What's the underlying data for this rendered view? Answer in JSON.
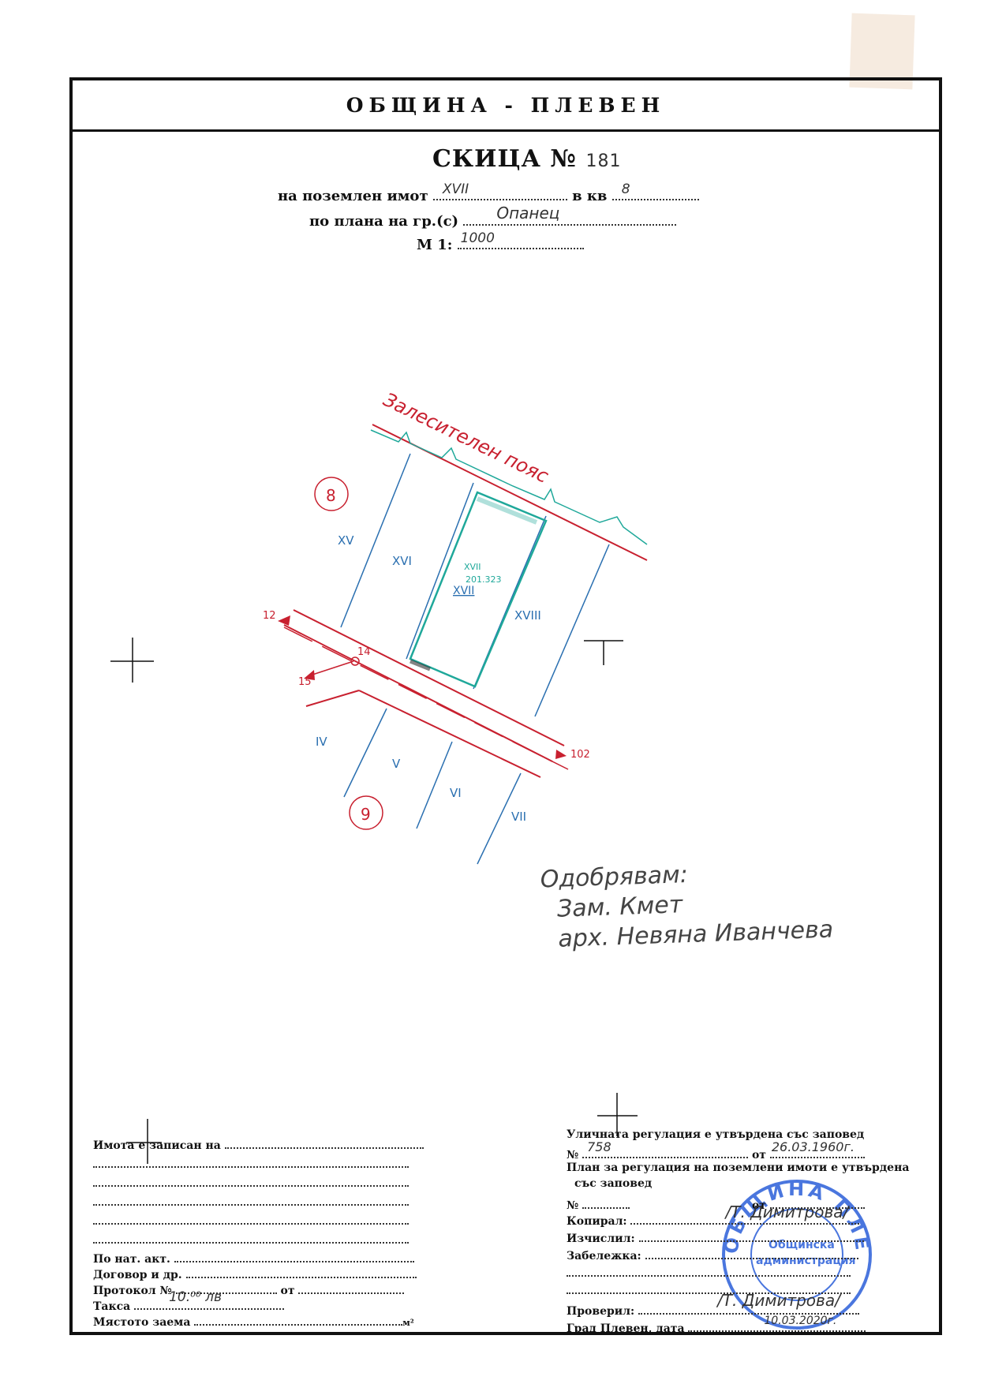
{
  "header": {
    "municipality": "ОБЩИНА - ПЛЕВЕН"
  },
  "sketch": {
    "title": "СКИЦА №",
    "number": "181",
    "property_label": "на поземлен имот",
    "property_value": "XVII",
    "block_label": "в кв",
    "block_value": "8",
    "plan_label": "по плана на гр.(с)",
    "plan_value": "Опанец",
    "scale_label": "М 1:",
    "scale_value": "1000"
  },
  "drawing": {
    "forest_belt": "Залесителен пояс",
    "block_top": "8",
    "block_bottom": "9",
    "lots": [
      "XV",
      "XVI",
      "XVII",
      "XVIII",
      "IV",
      "V",
      "VI",
      "VII"
    ],
    "lot_overlay": "XVII",
    "lot_number": "201.323",
    "lot_number_roman": "XVII",
    "point_12": "12",
    "point_14": "14",
    "point_15": "15",
    "point_102": "102"
  },
  "approval": {
    "line1": "Одобрявам:",
    "line2": "Зам. Кмет",
    "line3": "арх. Невяна Иванчева"
  },
  "registration": {
    "owner_label": "Имота е записан на",
    "notary_label": "По нат. акт.",
    "contract_label": "Договор и др.",
    "protocol_label": "Протокол №",
    "from_label": "от",
    "fee_label": "Такса",
    "fee_value": "10.⁰⁰ лв",
    "area_label": "Мястото заема",
    "area_unit": "м²"
  },
  "orders": {
    "street_reg": "Уличната регулация е утвърдена със заповед",
    "no_label": "№",
    "no_value": "758",
    "date_label": "от",
    "date_value": "26.03.1960г.",
    "plan_reg_line1": "План за регулация на поземлени имоти е утвърдена",
    "plan_reg_line2": "със заповед",
    "no2_label": "№",
    "from2_label": "от",
    "drafted_label": "Копирал:",
    "drafted_value": "/Т. Димитрова/",
    "calc_label": "Изчислил:",
    "note_label": "Забележка:",
    "checked_label": "Проверил:",
    "checked_value": "/Т. Димитрова/",
    "city_date_label": "Град Плевен, дата",
    "city_date_value": "10.03.2020г."
  },
  "stamp": {
    "ring": "ОБЩИНА ПЛЕВЕН",
    "center1": "Общинска",
    "center2": "администрация"
  },
  "colors": {
    "ink": "#111111",
    "red": "#c8202f",
    "blue": "#2a6fb0",
    "teal": "#1fa89a",
    "stamp": "#2b5fd9"
  }
}
